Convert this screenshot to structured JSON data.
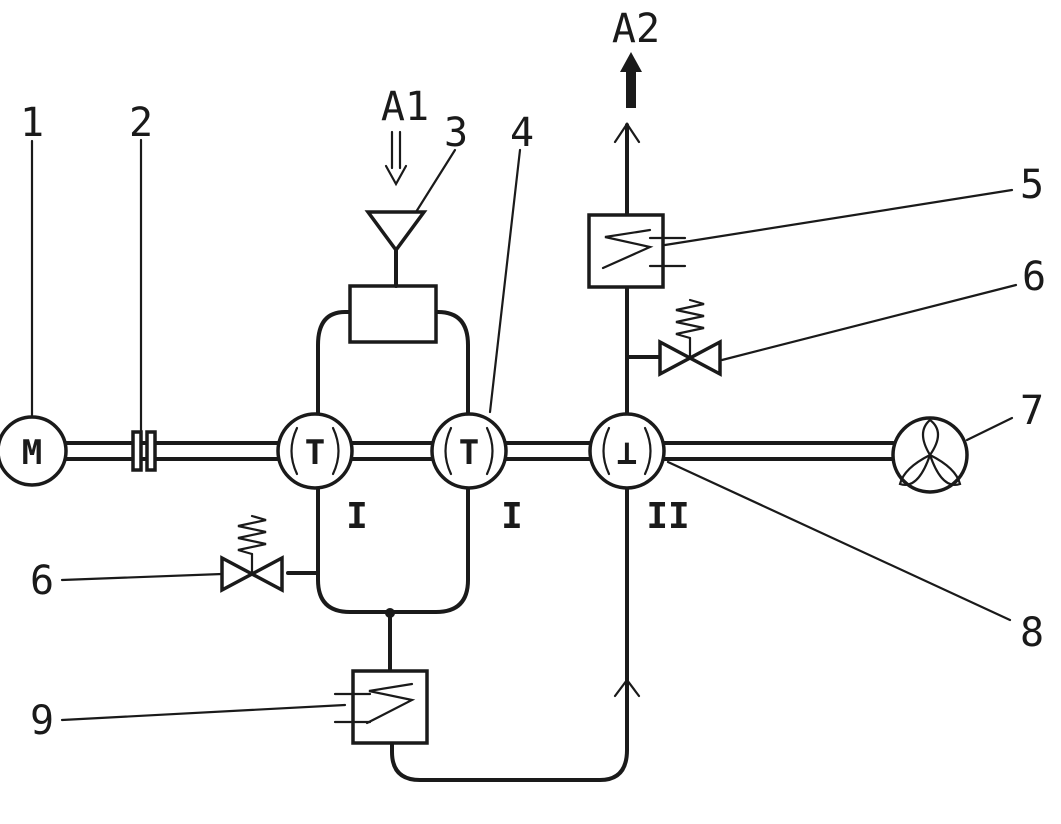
{
  "labels": {
    "n1": "1",
    "n2": "2",
    "n3": "3",
    "n4": "4",
    "n5": "5",
    "n6_right": "6",
    "n6_left": "6",
    "n7": "7",
    "n8": "8",
    "n9": "9"
  },
  "flows": {
    "inlet": "A1",
    "outlet": "A2"
  },
  "stages": {
    "stage_a": "I",
    "stage_b": "I",
    "stage_c": "II"
  },
  "symbols": {
    "motor": "M",
    "turbine": "T",
    "compressor": "⊥"
  },
  "icons": [
    "motor-icon",
    "coupling-icon",
    "filter-icon",
    "turbine-icon",
    "compressor-icon",
    "heat-exchanger-icon",
    "relief-valve-icon",
    "fan-icon",
    "arrow-icon"
  ],
  "colors": {
    "ink": "#1a1a1a",
    "paper": "#ffffff"
  }
}
